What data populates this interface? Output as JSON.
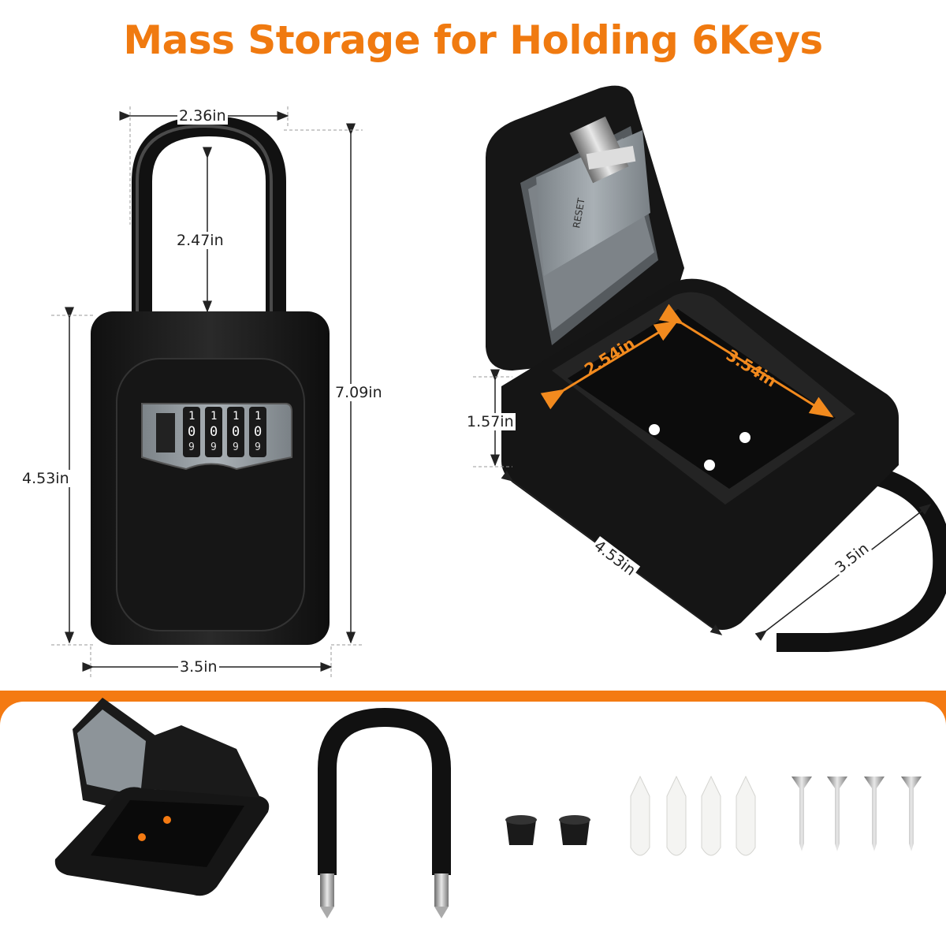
{
  "title": "Mass Storage for Holding 6Keys",
  "front_view": {
    "width_top": "2.36in",
    "shackle_height": "2.47in",
    "total_height": "7.09in",
    "body_height": "4.53in",
    "width_bottom": "3.5in",
    "dial_digits": [
      "1",
      "1",
      "1",
      "1"
    ],
    "dial_middle": [
      "0",
      "0",
      "0",
      "0"
    ],
    "dial_bottom": [
      "9",
      "9",
      "9",
      "9"
    ]
  },
  "open_view": {
    "inner_depth": "2.54in",
    "inner_width": "3.54in",
    "body_depth": "1.57in",
    "body_length": "4.53in",
    "body_width": "3.5in",
    "reset_label": "RESET"
  },
  "accessories": {
    "anchors_count": 4,
    "screws_count": 4,
    "caps_count": 2
  },
  "colors": {
    "accent": "#f07a10",
    "band": "#f47a12",
    "body": "#1e1e1e",
    "dial_plate": "#8d9499"
  }
}
